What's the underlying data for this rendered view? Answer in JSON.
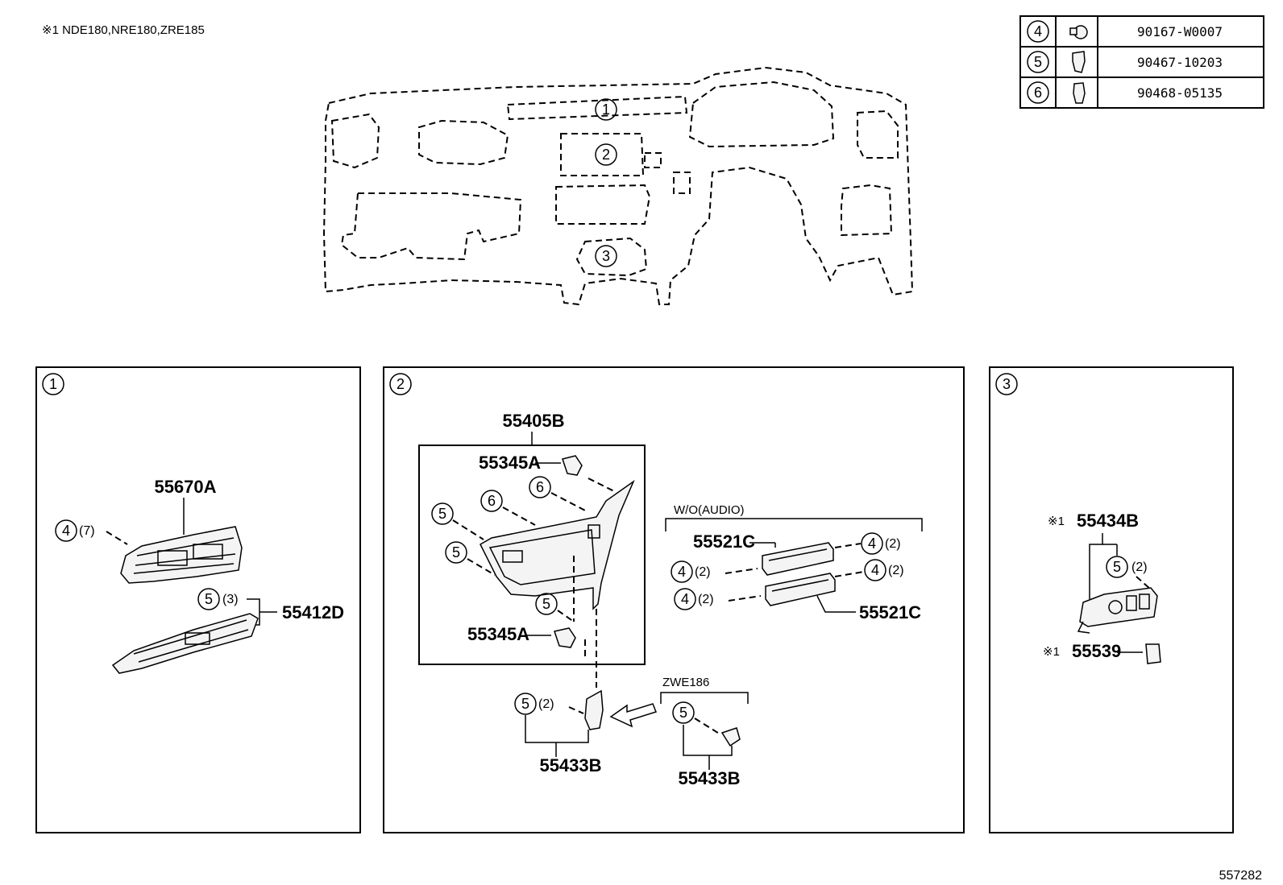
{
  "note": "※1  NDE180,NRE180,ZRE185",
  "fastener_table": [
    {
      "ref": "4",
      "part": "90167-W0007",
      "icon": "bolt-icon"
    },
    {
      "ref": "5",
      "part": "90467-10203",
      "icon": "clip-icon"
    },
    {
      "ref": "6",
      "part": "90468-05135",
      "icon": "clip-icon"
    }
  ],
  "overview_callouts": [
    "1",
    "2",
    "3"
  ],
  "panel1": {
    "number": "1",
    "part_55670A": "55670A",
    "part_55412D": "55412D",
    "ref_4": "4",
    "qty_4": "(7)",
    "ref_5": "5",
    "qty_5": "(3)"
  },
  "panel2": {
    "number": "2",
    "part_55405B": "55405B",
    "part_55345A_top": "55345A",
    "part_55345A_bottom": "55345A",
    "ref_6a": "6",
    "ref_6b": "6",
    "ref_5a": "5",
    "ref_5b": "5",
    "ref_5c": "5",
    "wo_audio": "W/O(AUDIO)",
    "part_55521C_top": "55521C",
    "part_55521C_bottom": "55521C",
    "ref_4a": "4",
    "qty_4a": "(2)",
    "ref_4b": "4",
    "qty_4b": "(2)",
    "ref_4c": "4",
    "qty_4c": "(2)",
    "ref_4d": "4",
    "qty_4d": "(2)",
    "ref_5d": "5",
    "qty_5d": "(2)",
    "part_55433B_left": "55433B",
    "zwe186": "ZWE186",
    "ref_5e": "5",
    "part_55433B_right": "55433B"
  },
  "panel3": {
    "number": "3",
    "mark_55434B": "※1",
    "part_55434B": "55434B",
    "ref_5": "5",
    "qty_5": "(2)",
    "mark_55539": "※1",
    "part_55539": "55539"
  },
  "figure_id": "557282"
}
